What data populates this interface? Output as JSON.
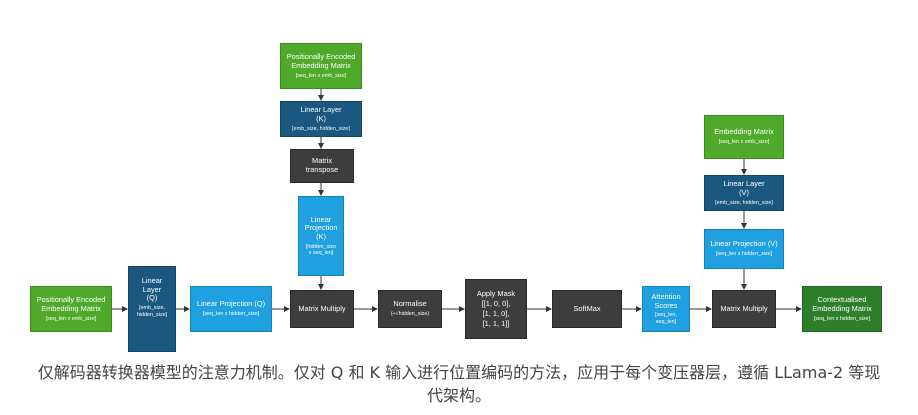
{
  "diagram": {
    "nodes": {
      "pe_input": {
        "title": "Positionally Encoded\nEmbedding Matrix",
        "sub": "[seq_len x emb_size]"
      },
      "linear_q": {
        "title": "Linear\nLayer\n(Q)",
        "sub": "[emb_size,\nhidden_size]"
      },
      "proj_q": {
        "title": "Linear Projection (Q)",
        "sub": "[seq_len x hidden_size]"
      },
      "matmul_1": {
        "title": "Matrix Multiply",
        "sub": ""
      },
      "normalise": {
        "title": "Normalise",
        "sub": "(÷√hidden_size)"
      },
      "apply_mask": {
        "title": "Apply Mask\n[[1, 0, 0],\n[1, 1, 0],\n[1, 1, 1]]",
        "sub": ""
      },
      "softmax": {
        "title": "SoftMax",
        "sub": ""
      },
      "attn_scores": {
        "title": "Attention\nScores",
        "sub": "[seq_len,\nseq_len]"
      },
      "matmul_2": {
        "title": "Matrix Multiply",
        "sub": ""
      },
      "contextualised": {
        "title": "Contextualised\nEmbedding Matrix",
        "sub": "[seq_len x hidden_size]"
      },
      "pe_top": {
        "title": "Positionally Encoded\nEmbedding Matrix",
        "sub": "[seq_len x emb_size]"
      },
      "linear_k": {
        "title": "Linear Layer\n(K)",
        "sub": "[emb_size, hidden_size]"
      },
      "transpose": {
        "title": "Matrix\ntranspose",
        "sub": ""
      },
      "proj_k": {
        "title": "Linear\nProjection\n(K)",
        "sub": "[hidden_size\nx seq_len]"
      },
      "emb_v": {
        "title": "Embedding Matrix",
        "sub": "[seq_len x emb_size]"
      },
      "linear_v": {
        "title": "Linear Layer\n(V)",
        "sub": "[emb_size, hidden_size]"
      },
      "proj_v": {
        "title": "Linear Projection (V)",
        "sub": "[seq_len x hidden_size]"
      }
    }
  },
  "caption": "仅解码器转换器模型的注意力机制。仅对 Q 和 K 输入进行位置编码的方法，应用于每个变压器层，遵循 LLama-2 等现代架构。"
}
